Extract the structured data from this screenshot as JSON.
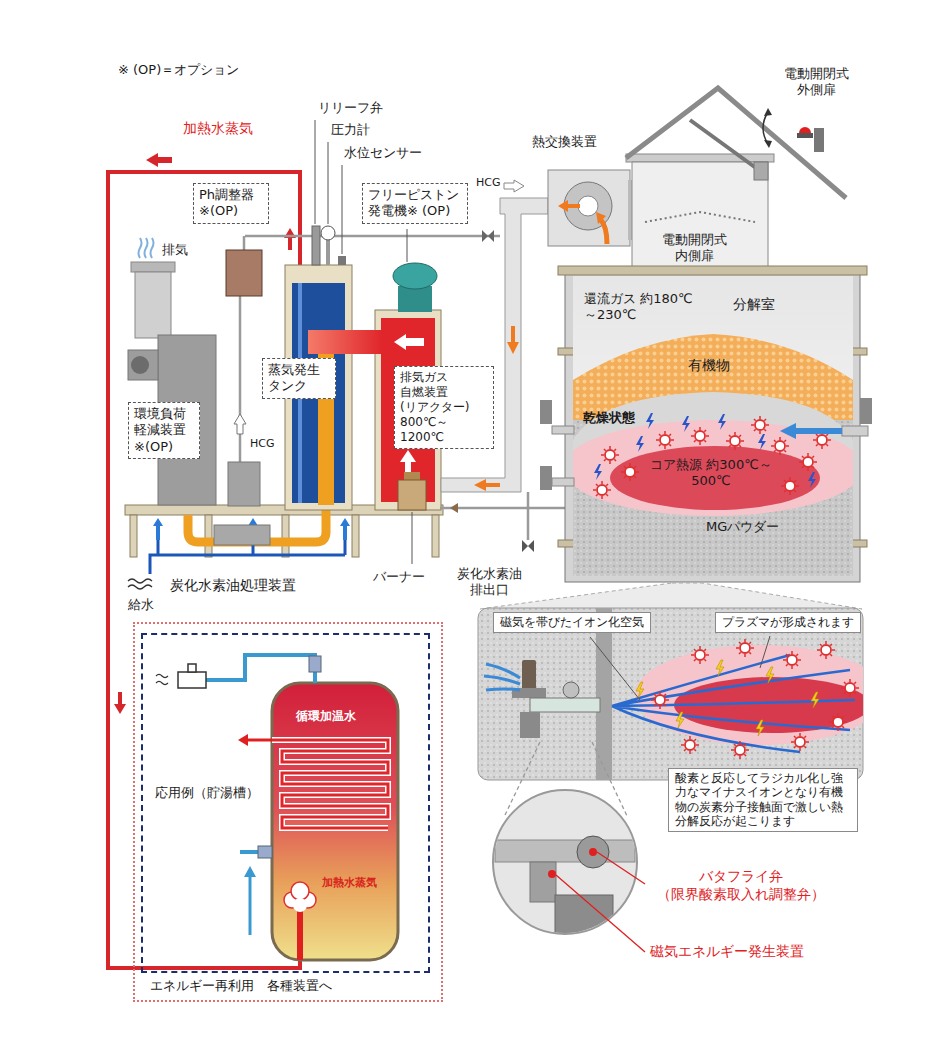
{
  "diagram": {
    "nodes": [
      {
        "text": [
          "Ph調整器 ※(OP)"
        ]
      },
      {
        "text": [
          "フリーピストン 発電機※ (OP)"
        ]
      },
      {
        "text": [
          "蒸気発生 タンク"
        ]
      },
      {
        "text": [
          "排気ガス 自燃装置 (リアクター) 800℃～1200℃"
        ]
      },
      {
        "text": [
          "環境負荷 軽減装置 ※(OP)"
        ]
      },
      {
        "text": [
          "エネルギー再利用　各種装置へ"
        ]
      },
      {
        "text": [
          "応用例（貯湯槽）"
        ],
        "in": 5
      },
      {
        "text": [
          "磁気を帯びたイオン化空気"
        ]
      },
      {
        "text": [
          "プラズマが形成されます"
        ]
      },
      {
        "text": [
          "酸素と反応してラジカル化し強力なマイナスイオンとなり有機物の炭素分子接触面で激しい熱分解反応が起こります"
        ]
      }
    ],
    "labels": [
      "※ (OP)＝オプション",
      "加熱水蒸気",
      "リリーフ弁",
      "圧力計",
      "水位センサー",
      "排気",
      "熱交換装置",
      "HCG",
      "電動開閉式 外側扉",
      "電動開閉式 内側扉",
      "還流ガス 約180℃～230℃",
      "分解室",
      "有機物",
      "乾燥状態",
      "コア熱源 約300℃～500℃",
      "MGパウダー",
      "HCG",
      "炭化水素油処理装置",
      "バーナー",
      "炭化水素油 排出口",
      "給水",
      "循環加温水",
      "加熱水蒸気",
      "バタフライ弁 （限界酸素取入れ調整弁）",
      "磁気エネルギー発生装置"
    ]
  }
}
